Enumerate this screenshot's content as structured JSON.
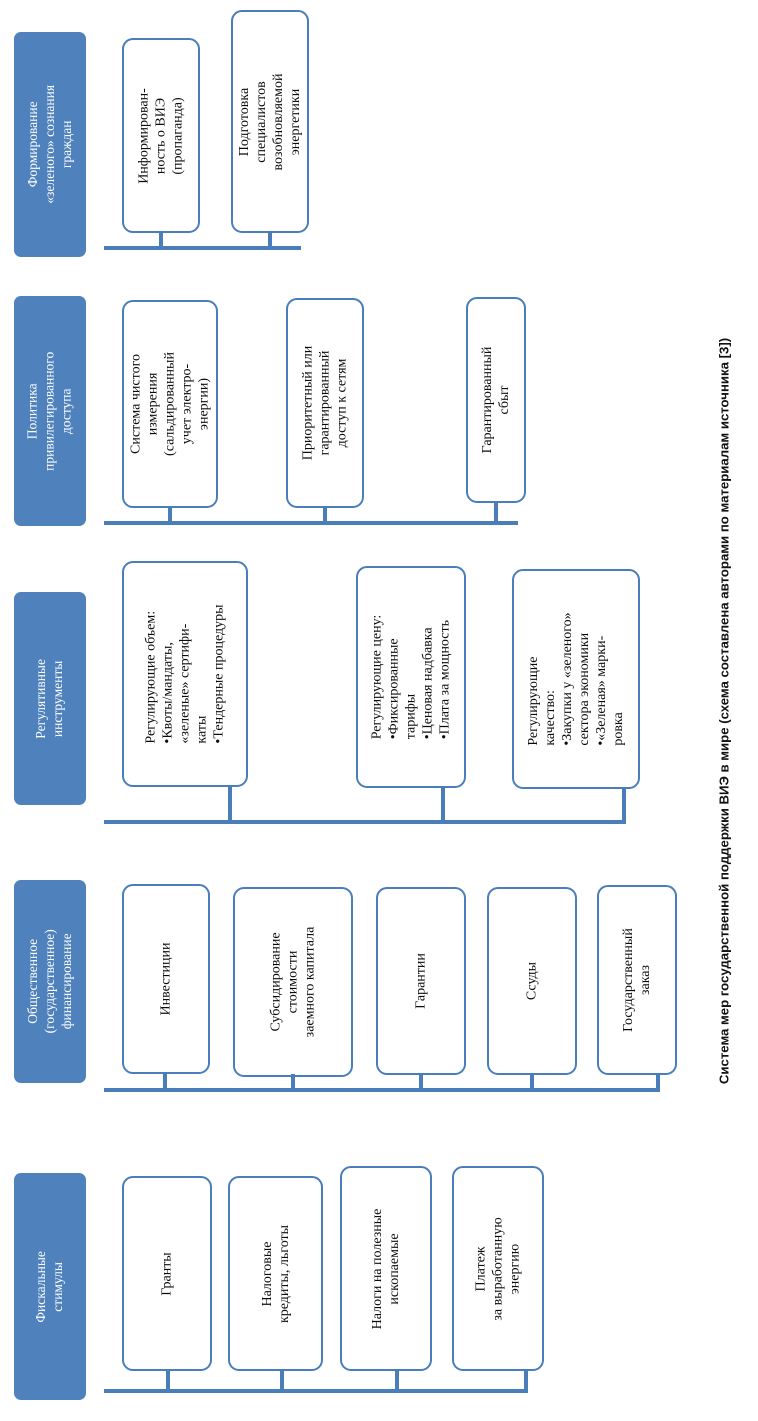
{
  "figure": {
    "caption": "Система мер государственной поддержки ВИЭ в мире (схема составлена авторами по материалам источника [3])",
    "accent_color": "#4F81BD",
    "box_border_color": "#4A7EBB",
    "category_text_color": "#FFFFFF",
    "box_text_color": "#000000",
    "background_color": "#FFFFFF"
  },
  "groups": [
    {
      "category": "Формирование\n«зеленого» сознания\nграждан",
      "category_lines": [
        "Формирование",
        "«зеленого» сознания",
        "граждан"
      ],
      "items": [
        {
          "lines": [
            "Информирован-",
            "ность о ВИЭ",
            "(пропаганда)"
          ]
        },
        {
          "lines": [
            "Подготовка",
            "специалистов",
            "возобновляемой",
            "энергетики"
          ]
        }
      ]
    },
    {
      "category": "Политика\nпривилегированного\nдоступа",
      "category_lines": [
        "Политика",
        "привилегированного",
        "доступа"
      ],
      "items": [
        {
          "lines": [
            "Система чистого",
            "измерения",
            "(сальдированный",
            "учет электро-",
            "энергии)"
          ]
        },
        {
          "lines": [
            "Приоритетный или",
            "гарантированный",
            "доступ к сетям"
          ]
        },
        {
          "lines": [
            "Гарантированный",
            "сбыт"
          ]
        }
      ]
    },
    {
      "category": "Регулятивные\nинструменты",
      "category_lines": [
        "Регулятивные",
        "инструменты"
      ],
      "items": [
        {
          "lines": [
            "Регулирующие объем:",
            "•Квоты/мандаты,",
            "«зеленые» сертифи-",
            "каты",
            "•Тендерные процедуры"
          ]
        },
        {
          "lines": [
            "Регулирующие цену:",
            "•Фиксированные",
            "тарифы",
            "•Ценовая надбавка",
            "•Плата за  мощность"
          ]
        },
        {
          "lines": [
            "Регулирующие",
            "качество:",
            "•Закупки у «зеленого»",
            "сектора экономики",
            "•«Зеленая» марки-",
            "ровка"
          ]
        }
      ]
    },
    {
      "category": "Общественное\n(государственное)\nфинансирование",
      "category_lines": [
        "Общественное",
        "(государственное)",
        "финансирование"
      ],
      "items": [
        {
          "lines": [
            "Инвестиции"
          ]
        },
        {
          "lines": [
            "Субсидирование",
            "стоимости",
            "заемного капитала"
          ]
        },
        {
          "lines": [
            "Гарантии"
          ]
        },
        {
          "lines": [
            "Ссуды"
          ]
        },
        {
          "lines": [
            "Государственный",
            "заказ"
          ]
        }
      ]
    },
    {
      "category": "Фискальные\nстимулы",
      "category_lines": [
        "Фискальные",
        "стимулы"
      ],
      "items": [
        {
          "lines": [
            "Гранты"
          ]
        },
        {
          "lines": [
            "Налоговые",
            "кредиты, льготы"
          ]
        },
        {
          "lines": [
            "Налоги на полезные",
            "ископаемые"
          ]
        },
        {
          "lines": [
            "Платеж",
            "за выработанную",
            "энергию"
          ]
        }
      ]
    }
  ]
}
